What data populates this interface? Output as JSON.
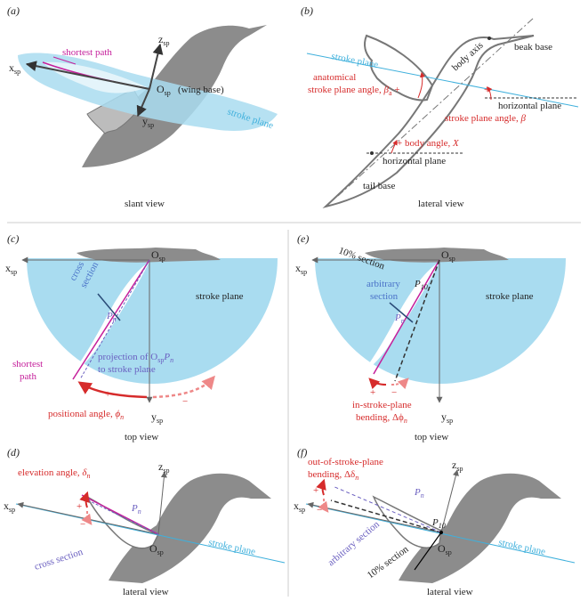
{
  "colors": {
    "stroke_plane": "#a9dcf0",
    "stroke_plane_dark": "#7cc6e6",
    "bird": "#8c8c8c",
    "red": "#d62b2b",
    "magenta": "#c51f9b",
    "blue": "#4a72c8"
  },
  "panels": {
    "a": {
      "tag": "(a)",
      "caption": "slant view",
      "shortest_path": "shortest path",
      "xsp": "x",
      "zsp": "z",
      "ysp": "y",
      "osp": "O",
      "sp_sub": "sp",
      "wing_base": "(wing base)",
      "stroke_plane": "stroke plane"
    },
    "b": {
      "tag": "(b)",
      "caption": "lateral view",
      "stroke_plane": "stroke plane",
      "body_axis": "body axis",
      "beak_base": "beak base",
      "horizontal_plane_top": "horizontal plane",
      "anatomical_1": "anatomical",
      "anatomical_2": "stroke plane angle,",
      "beta_a": "β",
      "beta_a_sub": "a",
      "plus": "+",
      "stroke_plane_angle": "stroke plane angle,",
      "beta": "β",
      "body_angle": "body angle,",
      "chi": "Χ",
      "horizontal_plane_bottom": "horizontal plane",
      "tail_base": "tail base"
    },
    "c": {
      "tag": "(c)",
      "caption": "top view",
      "xsp": "x",
      "ysp": "y",
      "osp": "O",
      "sp_sub": "sp",
      "cross_1": "cross",
      "cross_2": "section",
      "stroke_plane": "stroke plane",
      "pn": "P",
      "n": "n",
      "shortest_1": "shortest",
      "shortest_2": "path",
      "proj_1": "projection of O",
      "proj_sub": "sp",
      "proj_pn": "P",
      "proj_2": "to stroke plane",
      "plus": "+",
      "minus": "−",
      "positional_angle": "positional angle,",
      "phi": "ϕ"
    },
    "d": {
      "tag": "(d)",
      "caption": "lateral view",
      "elevation": "elevation angle,",
      "delta": "δ",
      "n": "n",
      "xsp": "x",
      "zsp": "z",
      "osp": "O",
      "sp_sub": "sp",
      "plus": "+",
      "minus": "−",
      "pn": "P",
      "cross_section": "cross section",
      "stroke_plane": "stroke plane"
    },
    "e": {
      "tag": "(e)",
      "caption": "top view",
      "ten_section": "10% section",
      "xsp": "x",
      "ysp": "y",
      "osp": "O",
      "sp_sub": "sp",
      "arb_1": "arbitrary",
      "arb_2": "section",
      "p10": "P",
      "p10_sub": "10",
      "pn": "P",
      "n": "n",
      "stroke_plane": "stroke plane",
      "in_plane_1": "in-stroke-plane",
      "in_plane_2": "bending, Δϕ",
      "plus": "+",
      "minus": "−"
    },
    "f": {
      "tag": "(f)",
      "caption": "lateral view",
      "out_plane_1": "out-of-stroke-plane",
      "out_plane_2": "bending, Δδ",
      "n": "n",
      "xsp": "x",
      "zsp": "z",
      "osp": "O",
      "sp_sub": "sp",
      "plus": "+",
      "minus": "−",
      "pn": "P",
      "p10": "P",
      "p10_sub": "10",
      "arbitrary_section": "arbitrary section",
      "ten_section": "10% section",
      "stroke_plane": "stroke plane"
    }
  }
}
